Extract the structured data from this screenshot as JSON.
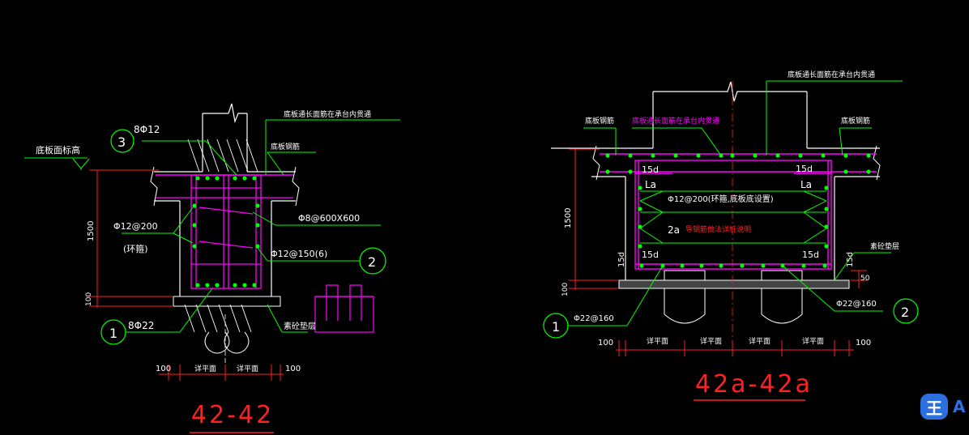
{
  "colors": {
    "background": "#000000",
    "white": "#ffffff",
    "green": "#00ff00",
    "magenta": "#ff00ff",
    "red": "#ff2020",
    "yellow": "#ffff00",
    "dim": "#cfcfcf"
  },
  "left": {
    "section_title": "42-42",
    "label_floor_elev": "底板面标高",
    "label_through": "底板通长面筋在承台内贯通",
    "label_slab_rebar": "底板钢筋",
    "label_8phi12": "8Φ12",
    "label_ring": "Φ12@200",
    "label_ring2": "(环箍)",
    "label_phi8": "Φ8@600X600",
    "label_phi12_150": "Φ12@150(6)",
    "label_8phi22": "8Φ22",
    "label_cushion": "素砼垫层",
    "dim_1500": "1500",
    "dim_100_v": "100",
    "dim_100_l": "100",
    "dim_100_r": "100",
    "dim_see_plan_1": "详平面",
    "dim_see_plan_2": "详平面",
    "callout_1": "1",
    "callout_2": "2",
    "callout_3": "3"
  },
  "right": {
    "section_title": "42a-42a",
    "label_through": "底板通长面筋在承台内贯通",
    "label_through2": "底板通长面筋在承台内贯通",
    "label_slab_rebar_l": "底板钢筋",
    "label_slab_rebar_r": "底板钢筋",
    "label_15d_tl": "15d",
    "label_15d_tr": "15d",
    "label_la_l": "La",
    "label_la_r": "La",
    "label_ring": "Φ12@200(环箍,底板底设置)",
    "label_2a": "2a",
    "label_2a_note": "导钢筋做法详桩说明",
    "label_15d_bl": "15d",
    "label_15d_br": "15d",
    "label_15d_vl": "15d",
    "label_15d_vr": "15d",
    "label_cushion": "素砼垫层",
    "label_phi22_l": "Φ22@160",
    "label_phi22_r": "Φ22@160",
    "dim_1500": "1500",
    "dim_100_v": "100",
    "dim_50": "50",
    "dim_100_l": "100",
    "dim_100_r": "100",
    "dim_see_plan_1": "详平面",
    "dim_see_plan_2": "详平面",
    "dim_see_plan_3": "详平面",
    "dim_see_plan_4": "详平面",
    "callout_1": "1",
    "callout_2": "2"
  },
  "ime": {
    "icon": "王",
    "letter": "A"
  }
}
